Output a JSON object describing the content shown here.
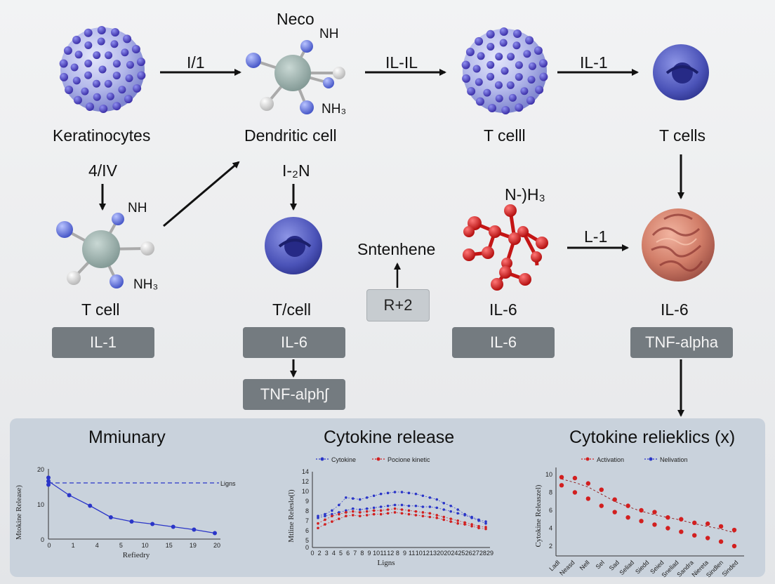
{
  "colors": {
    "arrow": "#111111",
    "box": "#747b80",
    "panel": "#c9d2dc",
    "blue": "#2a35c8",
    "red": "#d21f1f"
  },
  "diagram": {
    "labels": {
      "keratinocytes": "Keratinocytes",
      "dendritic_cell": "Dendritic cell",
      "t_cell_top": "T celll",
      "t_cells_top": "T cells",
      "neco": "Neco",
      "nh_top": "NH",
      "nh3_top": "NH₃",
      "il1_arrow": "I/1",
      "il_il_arrow": "IL-IL",
      "il1_arrow_2": "IL-1",
      "arrow_4lv": "4/IV",
      "nh_left": "NH",
      "nh3_left": "NH₃",
      "t_cell_left": "T cell",
      "i2n": "I-₂N",
      "t_slash_cell": "T/cell",
      "sntenhene": "Sntenhene",
      "n_h3": "N-)H₃",
      "l1_arrow": "L-1",
      "il6_mid": "IL-6",
      "il6_right": "IL-6"
    },
    "boxes": {
      "il1": "IL-1",
      "il6_a": "IL-6",
      "r2": "R+2",
      "il6_b": "IL-6",
      "tnf_right": "TNF-alpha",
      "tnf_bottom": "TNF-alphʃ"
    }
  },
  "panel": {
    "titles": [
      "Mmiunary",
      "Cytokine release",
      "Cytokine relieklics (x)"
    ]
  },
  "chart_data": [
    {
      "type": "line",
      "title": "Mmiunary",
      "xlabel": "Refiedry",
      "ylabel": "Mtokine Release)",
      "x_ticks": [
        "0",
        "1",
        "4",
        "5",
        "10",
        "15",
        "19",
        "20"
      ],
      "y_ticks": [
        "0",
        "10",
        "20"
      ],
      "reference_line": {
        "label": "Ligns",
        "value": 16
      },
      "series": [
        {
          "values": [
            16.5,
            12.5,
            9.5,
            6.2,
            5.0,
            4.3,
            3.5,
            2.7,
            1.7
          ]
        }
      ],
      "extra_points": [
        17.5,
        15.5
      ]
    },
    {
      "type": "line",
      "title": "Cytokine release",
      "xlabel": "Ligns",
      "ylabel": "Mtline Releslo(l)",
      "legend": [
        "Cytokine",
        "Pocione kinetic"
      ],
      "x_ticks": [
        "0",
        "2",
        "3",
        "4",
        "5",
        "6",
        "7",
        "8",
        "9",
        "10",
        "11",
        "12",
        "8",
        "9",
        "11",
        "10",
        "12",
        "13",
        "20",
        "20",
        "24",
        "25",
        "26",
        "27",
        "28",
        "29"
      ],
      "y_ticks": [
        "0",
        "5",
        "6",
        "7",
        "8",
        "9",
        "10",
        "12",
        "14"
      ],
      "series": [
        {
          "name": "Cytokine",
          "values": [
            7.8,
            8.0,
            8.4,
            9.0,
            9.8,
            9.7,
            9.6,
            9.8,
            10.0,
            10.2,
            10.3,
            10.4,
            10.4,
            10.3,
            10.2,
            10.0,
            9.8,
            9.6,
            9.2,
            8.9,
            8.5,
            8.0,
            7.7,
            7.4,
            7.2
          ]
        },
        {
          "name": "Cytokine",
          "values": [
            7.6,
            7.8,
            8.0,
            8.2,
            8.4,
            8.6,
            8.5,
            8.6,
            8.7,
            8.8,
            8.9,
            9.0,
            9.0,
            8.9,
            8.9,
            8.8,
            8.8,
            8.7,
            8.5,
            8.3,
            8.1,
            7.9,
            7.6,
            7.3,
            7.0
          ]
        },
        {
          "name": "Pocione kinetic",
          "values": [
            7.0,
            7.4,
            7.8,
            8.0,
            8.2,
            8.3,
            8.2,
            8.3,
            8.4,
            8.4,
            8.5,
            8.6,
            8.5,
            8.4,
            8.3,
            8.2,
            8.1,
            7.9,
            7.7,
            7.5,
            7.3,
            7.1,
            6.9,
            6.7,
            6.6
          ]
        },
        {
          "name": "Pocione kinetic",
          "values": [
            6.5,
            6.9,
            7.2,
            7.5,
            7.8,
            7.9,
            7.8,
            7.9,
            8.0,
            8.0,
            8.1,
            8.2,
            8.1,
            8.0,
            7.9,
            7.8,
            7.7,
            7.6,
            7.4,
            7.2,
            7.0,
            6.9,
            6.7,
            6.5,
            6.4
          ]
        }
      ]
    },
    {
      "type": "scatter",
      "title": "Cytokine relieklics (x)",
      "ylabel": "Cytokine Releaszel)",
      "legend": [
        "Activation",
        "Nelivation"
      ],
      "x_ticks": [
        "Ladl",
        "Neasd",
        "Nell",
        "Sel",
        "Sad",
        "Seliad",
        "Siedd",
        "Seied",
        "Sneliad",
        "Sandra",
        "Niereta",
        "Sindlen",
        "Sinded"
      ],
      "y_ticks": [
        "2",
        "4",
        "6",
        "8",
        "10"
      ],
      "series": [
        {
          "name": "Activation",
          "values": [
            9.7,
            9.6,
            9.0,
            8.3,
            7.2,
            6.5,
            6.0,
            5.8,
            5.2,
            5.0,
            4.6,
            4.5,
            4.2,
            3.8
          ]
        },
        {
          "name": "Activation",
          "values": [
            8.8,
            8.0,
            7.3,
            6.5,
            5.8,
            5.2,
            4.8,
            4.4,
            4.0,
            3.6,
            3.2,
            2.9,
            2.5,
            2.0
          ]
        },
        {
          "name": "Activation",
          "values": [
            9.5,
            9.1,
            8.6,
            7.8,
            7.0,
            6.4,
            5.9,
            5.5,
            5.2,
            4.9,
            4.5,
            4.2,
            3.9,
            3.5
          ]
        }
      ]
    }
  ]
}
